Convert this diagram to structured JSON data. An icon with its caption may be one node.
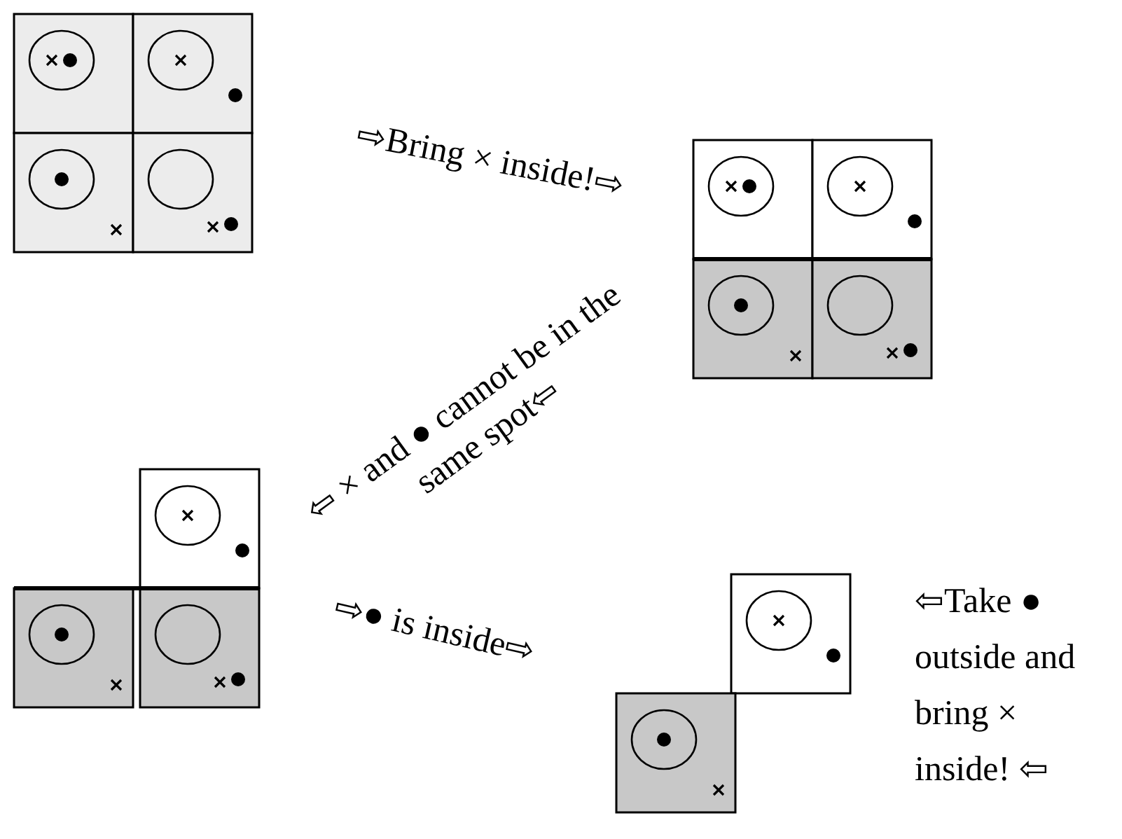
{
  "diagram": {
    "labels": [
      "⇨Bring × inside!⇨",
      "⇦ × and ● cannot be in the same spot⇦",
      "⇨● is inside⇨",
      "⇦Take ● outside and bring × inside! ⇦"
    ]
  }
}
